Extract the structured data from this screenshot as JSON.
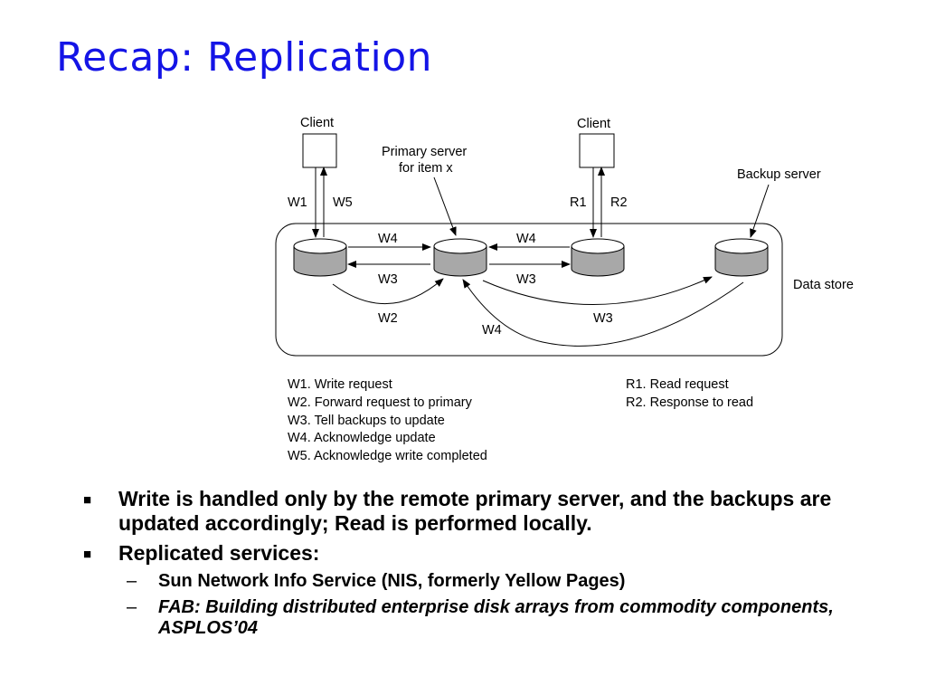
{
  "title": "Recap: Replication",
  "diagram": {
    "client_label": "Client",
    "primary_label_line1": "Primary server",
    "primary_label_line2": "for item x",
    "backup_label": "Backup server",
    "data_store_label": "Data store",
    "arrow_labels": {
      "w1": "W1",
      "w5": "W5",
      "r1": "R1",
      "r2": "R2",
      "w4_top_left": "W4",
      "w4_top_right": "W4",
      "w3_left": "W3",
      "w3_right": "W3",
      "w2": "W2",
      "w3_curve": "W3",
      "w4_curve": "W4"
    },
    "legend_left": [
      "W1. Write request",
      "W2. Forward request to primary",
      "W3. Tell backups to update",
      "W4. Acknowledge update",
      "W5. Acknowledge write completed"
    ],
    "legend_right": [
      "R1. Read request",
      "R2. Response to read"
    ]
  },
  "bullets": [
    {
      "text": "Write is handled only by the remote primary server, and the backups are updated accordingly; Read is performed locally.",
      "sub": []
    },
    {
      "text": "Replicated services:",
      "sub": [
        {
          "text": "Sun Network Info Service (NIS, formerly Yellow Pages)",
          "italic": false
        },
        {
          "text": "FAB: Building distributed enterprise disk arrays from commodity components, ASPLOS’04",
          "italic": true
        }
      ]
    }
  ],
  "icons": {
    "bullet": "square-bullet-icon",
    "dash": "dash-icon"
  },
  "colors": {
    "title": "#1414e6",
    "disk_fill": "#a8a8a8",
    "disk_top": "#ffffff"
  }
}
